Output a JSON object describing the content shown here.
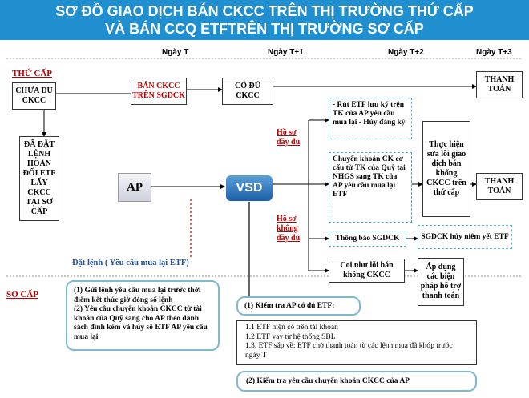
{
  "header": {
    "line1": "SƠ ĐỒ GIAO DỊCH BÁN CKCC TRÊN THỊ TRƯỜNG THỨ CẤP",
    "line2": "VÀ BÁN CCQ ETFTRÊN THỊ TRƯỜNG SƠ CẤP"
  },
  "days": [
    "Ngày T",
    "Ngày T+1",
    "Ngày T+2",
    "Ngày T+3"
  ],
  "sections": {
    "secondary": "THỨ CẤP",
    "primary": "SƠ CẤP"
  },
  "nodes": {
    "chua_du": "CHƯA ĐỦ CKCC",
    "da_dat": "ĐÃ ĐẶT LỆNH HOÀN ĐỔI ETF LẤY CKCC TẠI SƠ CẤP",
    "ban_ckcc": "BÁN CKCC TRÊN SGDCK",
    "co_du": "CÓ ĐỦ CKCC",
    "thanh_toan_1": "THANH TOÁN",
    "thanh_toan_2": "THANH TOÁN",
    "ap": "AP",
    "vsd": "VSD",
    "rut_etf": "- Rút ETF lưu ký trên TK của AP yêu cầu mua lại - Hủy đăng ký",
    "chuyen_khoan": "Chuyển khoản CK cơ cấu từ TK của Quỹ tại NHGS sang TK của AP yêu cầu mua lại ETF",
    "thuc_hien_sua": "Thực hiện sửa lỗi giao dịch bán khống CKCC trên thứ cấp",
    "thong_bao": "Thông báo SGDCK",
    "sgdck_huy": "SGDCK hủy niêm yết ETF",
    "coi_nhu": "Coi như lỗi bán khống CKCC",
    "ap_dung": "Áp dụng các biện pháp hỗ trợ thanh toán"
  },
  "labels": {
    "ho_so_day_du": "Hồ sơ đầy đủ",
    "ho_so_khong": "Hồ sơ không đầy đủ",
    "dat_lenh": "Đặt lệnh ( Yêu cầu mua lại ETF)"
  },
  "primary_box": {
    "item1": "(1) Gửi lệnh yêu cầu mua lại trước thời điểm kết thúc giờ đóng sổ lệnh",
    "item2": "(2) Yêu cầu chuyển khoản CKCC từ tài khoản của Quỹ  sang cho AP theo danh sách đính kèm và hủy số ETF AP yêu cầu mua lại"
  },
  "check": {
    "check1": "(1) Kiểm tra AP có đủ ETF:",
    "c1": "1.1 ETF hiện có trên tài khoản",
    "c2": "1.2 ETF vay từ hệ thống SBL",
    "c3": "1.3. ETF sắp về: ETF chờ thanh toán từ các lệnh mua đã khớp trước ngày T",
    "check2": "(2) Kiểm tra yêu cầu chuyển khoản CKCC của AP"
  }
}
